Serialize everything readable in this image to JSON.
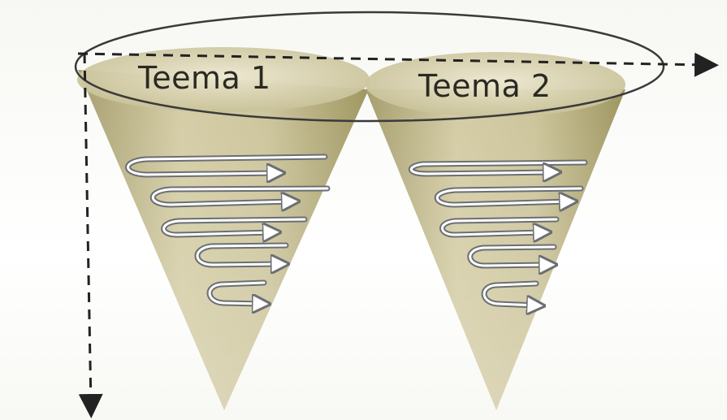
{
  "diagram": {
    "themes": [
      {
        "label": "Teema 1",
        "spiral_loops": 5
      },
      {
        "label": "Teema 2",
        "spiral_loops": 5
      }
    ],
    "colors": {
      "cone_fill": "#c9c195",
      "cone_shadow": "#a59d6d",
      "cone_top": "#ddd7b4",
      "outline": "#444444",
      "arrow": "#222222",
      "spiral_stroke": "#6b6f73",
      "spiral_fill": "#ffffff"
    }
  }
}
